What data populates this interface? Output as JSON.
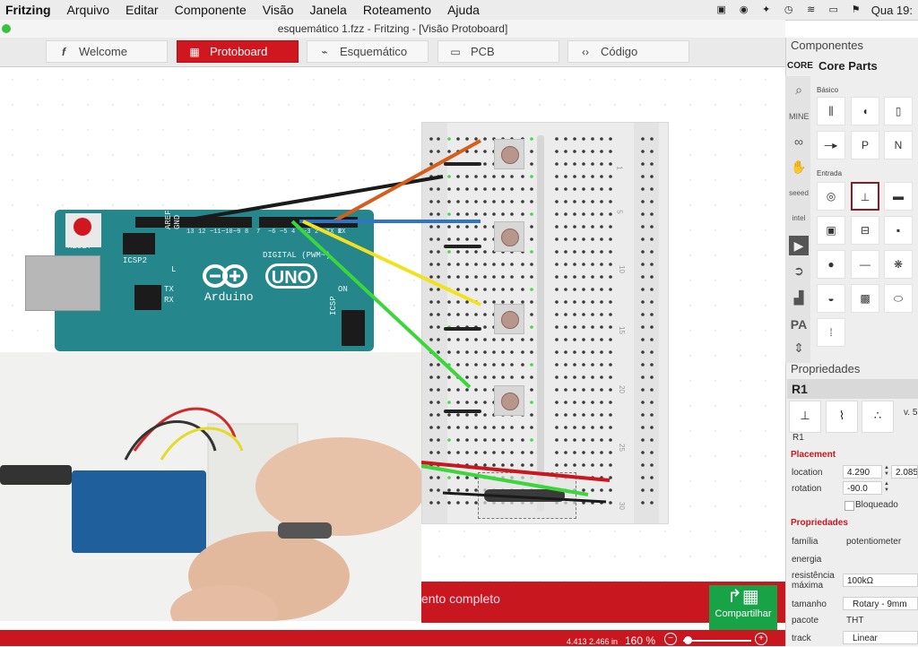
{
  "menubar": {
    "app": "Fritzing",
    "items": [
      "Arquivo",
      "Editar",
      "Componente",
      "Visão",
      "Janela",
      "Roteamento",
      "Ajuda"
    ],
    "clock": "Qua 19:"
  },
  "window": {
    "title": "esquemático 1.fzz - Fritzing - [Visão Protoboard]"
  },
  "tabs": [
    {
      "label": "Welcome",
      "icon": "f-icon"
    },
    {
      "label": "Protoboard",
      "icon": "breadboard-icon"
    },
    {
      "label": "Esquemático",
      "icon": "resistor-icon"
    },
    {
      "label": "PCB",
      "icon": "pcb-icon"
    },
    {
      "label": "Código",
      "icon": "code-icon"
    }
  ],
  "arduino": {
    "reset": "RESET",
    "icsp2": "ICSP2",
    "icsp": "ICSP",
    "digital": "DIGITAL (PWM~)",
    "aref": "AREF",
    "gnd": "GND",
    "pins": [
      "13",
      "12",
      "~11",
      "~10",
      "~9",
      "8",
      "7",
      "~6",
      "~5",
      "4",
      "~3",
      "2",
      "TX 1",
      "RX 0"
    ],
    "l": "L",
    "tx": "TX",
    "rx": "RX",
    "on": "ON",
    "logo": "Arduino",
    "uno": "UNO"
  },
  "breadboard": {
    "row_labels": [
      "1",
      "5",
      "10",
      "15",
      "20",
      "25",
      "30"
    ]
  },
  "status": {
    "message": "ento completo",
    "share_label": "Compartilhar",
    "coords": "4.413 2.466 in",
    "zoom": "160",
    "zoom_unit": "%"
  },
  "components": {
    "title": "Componentes",
    "bin_tag": "CORE",
    "bin_name": "Core Parts",
    "sections": [
      "Básico",
      "Entrada"
    ],
    "bin_icons": [
      "search-icon",
      "mine-icon",
      "infinity-icon",
      "robot-icon",
      "seeed-icon",
      "intel-icon",
      "play-icon",
      "arrow-icon",
      "car-icon",
      "pa-icon",
      "scroll-icon"
    ],
    "mine_label": "MINE",
    "seeed_label": "seeed",
    "intel_label": "intel"
  },
  "properties": {
    "title": "Propriedades",
    "part": "R1",
    "part_caption": "R1",
    "version": "v. 5",
    "placement_header": "Placement",
    "location_label": "location",
    "location_x": "4.290",
    "location_y": "2.085",
    "rotation_label": "rotation",
    "rotation": "-90.0",
    "locked_label": "Bloqueado",
    "props_header": "Propriedades",
    "rows": [
      {
        "label": "família",
        "value": "potentiometer"
      },
      {
        "label": "energia",
        "value": ""
      },
      {
        "label": "resistência máxima",
        "value": "100kΩ"
      },
      {
        "label": "tamanho",
        "value": "Rotary - 9mm"
      },
      {
        "label": "pacote",
        "value": "THT"
      },
      {
        "label": "track",
        "value": "Linear"
      }
    ]
  },
  "colors": {
    "accent": "#c8171f",
    "arduino": "#25868c",
    "share": "#19a347"
  }
}
